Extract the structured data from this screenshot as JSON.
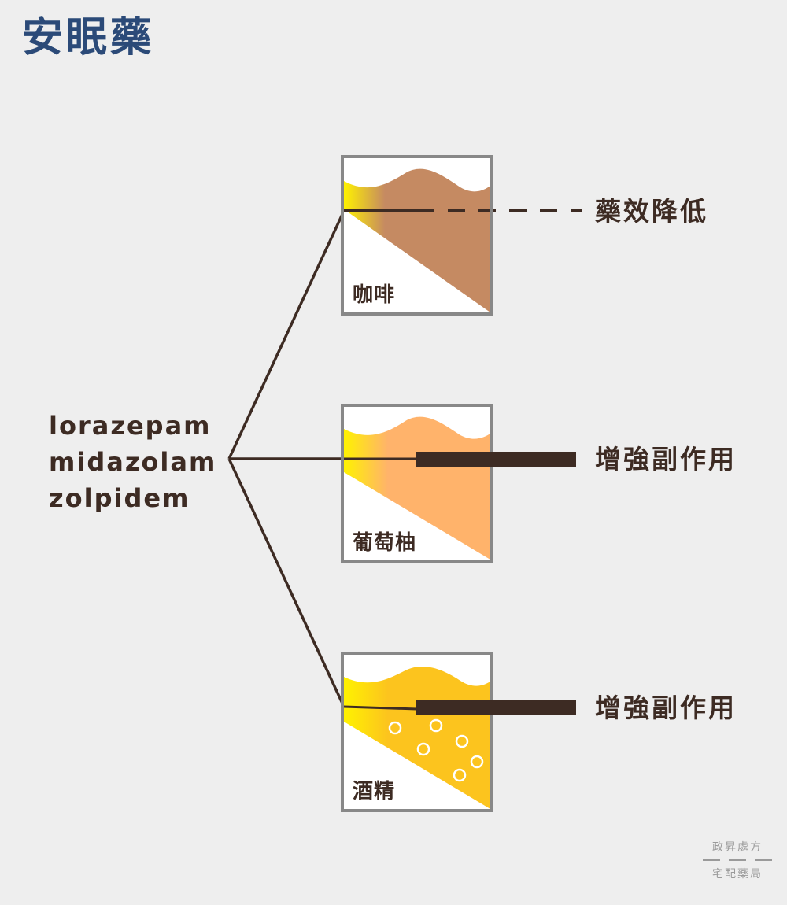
{
  "title": "安眠藥",
  "drugs": [
    "lorazepam",
    "midazolam",
    "zolpidem"
  ],
  "boxes": [
    {
      "label": "咖啡",
      "effect": "藥效降低",
      "color": "#c58a62"
    },
    {
      "label": "葡萄柚",
      "effect": "增強副作用",
      "color": "#ffb36b"
    },
    {
      "label": "酒精",
      "effect": "增強副作用",
      "color": "#fcc41e"
    }
  ],
  "logo": {
    "line1": "政昇處方",
    "line2": "宅配藥局"
  },
  "colors": {
    "title": "#2b4a78",
    "text": "#3d2b23",
    "box_border": "#888888",
    "background": "#eeeeee",
    "highlight": "#fff200"
  }
}
